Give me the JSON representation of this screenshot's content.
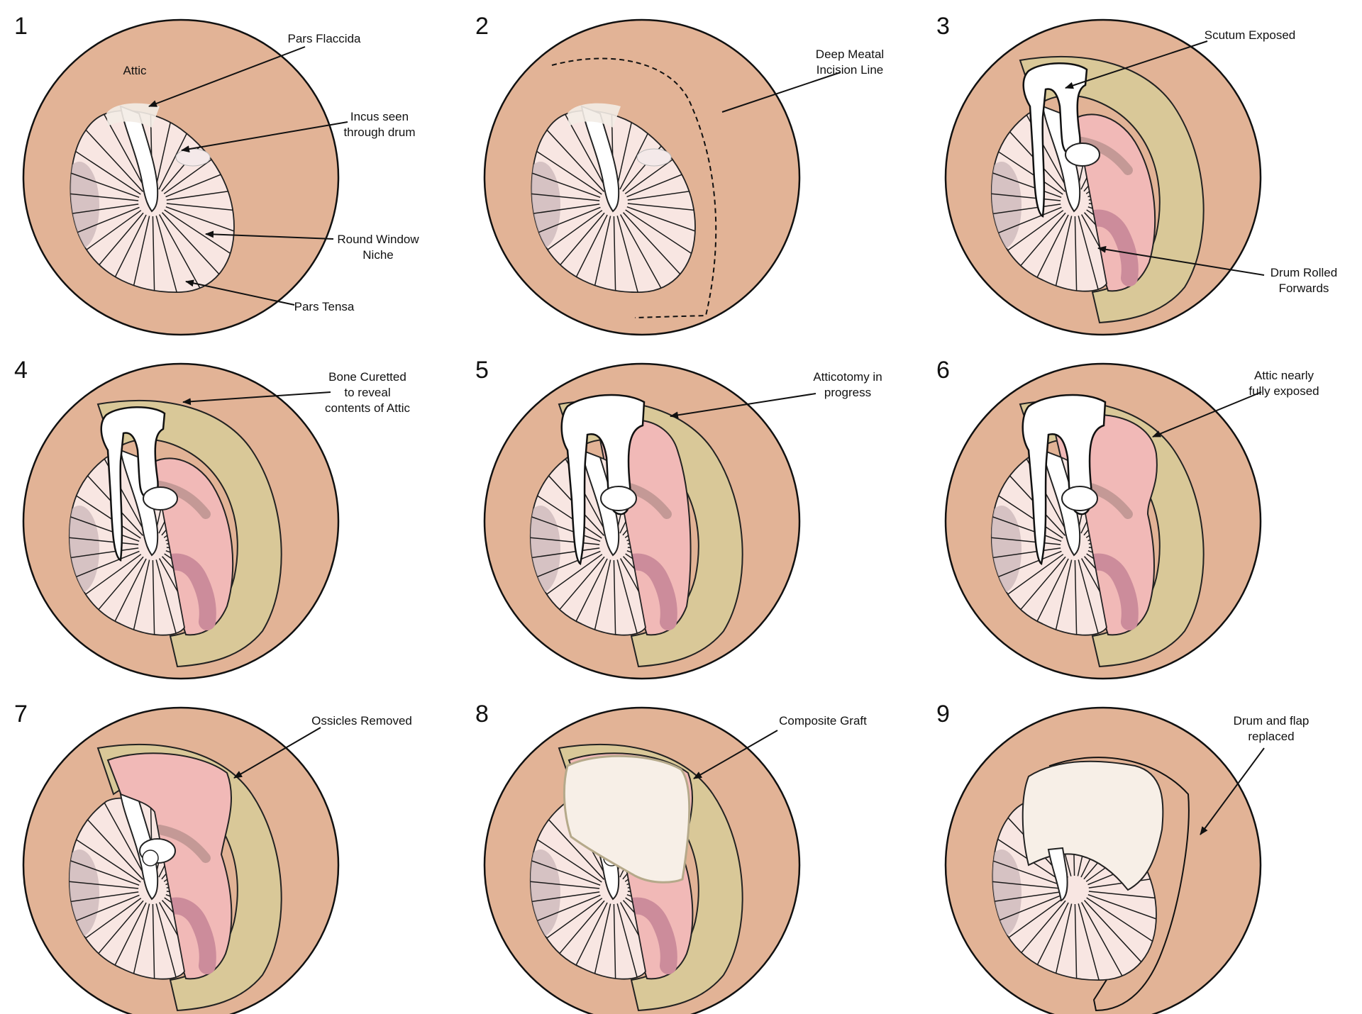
{
  "colors": {
    "canal": "#e2b396",
    "drum": "#f8e6e2",
    "drum_stroke": "#444444",
    "shadow": "#cdb9bb",
    "bone": "#d9c898",
    "mucosa": "#f1b9b7",
    "muscle": "#cc8c9b",
    "ossicle": "#ffffff",
    "graft": "#f7efe7"
  },
  "panels": [
    {
      "number": "1",
      "stage": "normal",
      "labels": [
        {
          "lines": [
            "Pars Flaccida"
          ]
        },
        {
          "lines": [
            "Attic"
          ]
        },
        {
          "lines": [
            "Incus seen",
            "through drum"
          ]
        },
        {
          "lines": [
            "Round Window",
            "Niche"
          ]
        },
        {
          "lines": [
            "Pars Tensa"
          ]
        }
      ]
    },
    {
      "number": "2",
      "stage": "incision",
      "labels": [
        {
          "lines": [
            "Deep Meatal",
            "Incision Line"
          ]
        }
      ]
    },
    {
      "number": "3",
      "stage": "scutum",
      "labels": [
        {
          "lines": [
            "Scutum Exposed"
          ]
        },
        {
          "lines": [
            "Drum Rolled",
            "Forwards"
          ]
        }
      ]
    },
    {
      "number": "4",
      "stage": "curetted",
      "labels": [
        {
          "lines": [
            "Bone Curetted",
            "to reveal",
            "contents of Attic"
          ]
        }
      ]
    },
    {
      "number": "5",
      "stage": "atticotomy",
      "labels": [
        {
          "lines": [
            "Atticotomy in",
            "progress"
          ]
        }
      ]
    },
    {
      "number": "6",
      "stage": "attic_exposed",
      "labels": [
        {
          "lines": [
            "Attic nearly",
            "fully exposed"
          ]
        }
      ]
    },
    {
      "number": "7",
      "stage": "ossicles_removed",
      "labels": [
        {
          "lines": [
            "Ossicles Removed"
          ]
        }
      ]
    },
    {
      "number": "8",
      "stage": "graft",
      "labels": [
        {
          "lines": [
            "Composite Graft"
          ]
        }
      ]
    },
    {
      "number": "9",
      "stage": "replaced",
      "labels": [
        {
          "lines": [
            "Drum and flap",
            "replaced"
          ]
        }
      ]
    }
  ]
}
